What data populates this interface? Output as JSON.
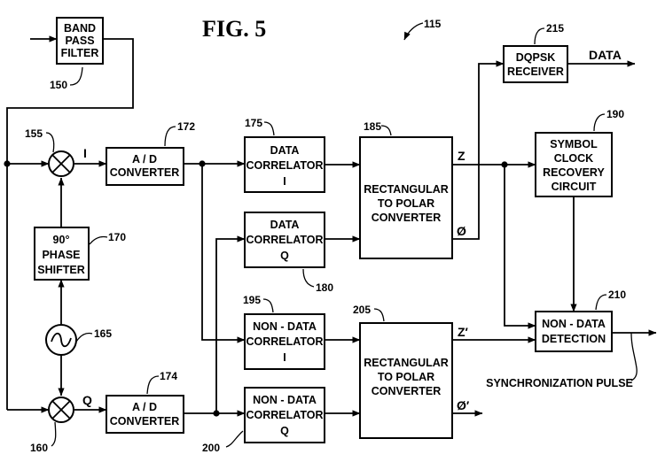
{
  "figure": {
    "title": "FIG. 5",
    "ref": "115"
  },
  "blocks": {
    "band_pass_filter": {
      "lines": [
        "BAND",
        "PASS",
        "FILTER"
      ],
      "ref": "150"
    },
    "mixer_i": {
      "ref": "155"
    },
    "mixer_q": {
      "ref": "160"
    },
    "oscillator": {
      "ref": "165"
    },
    "phase_shifter": {
      "lines": [
        "90°",
        "PHASE",
        "SHIFTER"
      ],
      "ref": "170"
    },
    "ad_converter_i": {
      "lines": [
        "A / D",
        "CONVERTER"
      ],
      "ref": "172"
    },
    "ad_converter_q": {
      "lines": [
        "A / D",
        "CONVERTER"
      ],
      "ref": "174"
    },
    "data_correlator_i": {
      "lines": [
        "DATA",
        "CORRELATOR",
        "I"
      ],
      "ref": "175"
    },
    "data_correlator_q": {
      "lines": [
        "DATA",
        "CORRELATOR",
        "Q"
      ],
      "ref": "180"
    },
    "rect_polar_1": {
      "lines": [
        "RECTANGULAR",
        "TO POLAR",
        "CONVERTER"
      ],
      "ref": "185"
    },
    "nondata_correlator_i": {
      "lines": [
        "NON - DATA",
        "CORRELATOR",
        "I"
      ],
      "ref": "195"
    },
    "nondata_correlator_q": {
      "lines": [
        "NON - DATA",
        "CORRELATOR",
        "Q"
      ],
      "ref": "200"
    },
    "rect_polar_2": {
      "lines": [
        "RECTANGULAR",
        "TO POLAR",
        "CONVERTER"
      ],
      "ref": "205"
    },
    "dqpsk_receiver": {
      "lines": [
        "DQPSK",
        "RECEIVER"
      ],
      "ref": "215"
    },
    "symbol_clock": {
      "lines": [
        "SYMBOL",
        "CLOCK",
        "RECOVERY",
        "CIRCUIT"
      ],
      "ref": "190"
    },
    "nondata_detection": {
      "lines": [
        "NON - DATA",
        "DETECTION"
      ],
      "ref": "210"
    }
  },
  "signals": {
    "i": "I",
    "q": "Q",
    "z": "Z",
    "phi": "Ø",
    "z_prime": "Z′",
    "phi_prime": "Ø′",
    "data": "DATA",
    "sync_pulse": "SYNCHRONIZATION PULSE"
  }
}
